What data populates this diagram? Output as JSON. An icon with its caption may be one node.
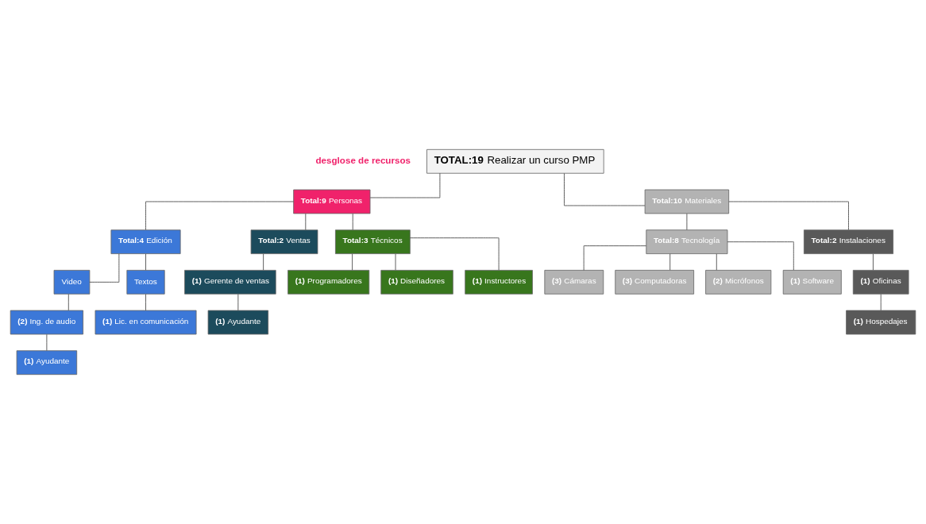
{
  "diagram": {
    "nodes": [
      {
        "text": [
          "**TOTAL:19** Realizar un curso PMP"
        ]
      },
      {
        "text": [
          "**Total:9** Personas"
        ]
      },
      {
        "text": [
          "**Total:10** Materiales"
        ]
      },
      {
        "text": [
          "**Total:4** Edición"
        ]
      },
      {
        "text": [
          "**Total:2** Ventas"
        ]
      },
      {
        "text": [
          "**Total:3** Técnicos"
        ]
      },
      {
        "text": [
          "**Total:8** Tecnología"
        ]
      },
      {
        "text": [
          "**Total:2** Instalaciones"
        ]
      },
      {
        "text": [
          "Video"
        ]
      },
      {
        "text": [
          "**(2)** Ing. de audio"
        ]
      },
      {
        "text": [
          "**(1)** Ayudante"
        ]
      },
      {
        "text": [
          "Textos"
        ]
      },
      {
        "text": [
          "**(1)** Lic. en comunicación"
        ]
      },
      {
        "text": [
          "**(1)** Gerente de ventas"
        ]
      },
      {
        "text": [
          "**(1)** Ayudante"
        ]
      },
      {
        "text": [
          "**(1)** Programadores"
        ]
      },
      {
        "text": [
          "**(1)** Diseñadores"
        ]
      },
      {
        "text": [
          "**(1)** Instructores"
        ]
      },
      {
        "text": [
          "**(3)** Cámaras"
        ]
      },
      {
        "text": [
          "**(3)** Computadoras"
        ]
      },
      {
        "text": [
          "**(2)** Micrófonos"
        ]
      },
      {
        "text": [
          "**(1)** Software"
        ]
      },
      {
        "text": [
          "**(1)** Oficinas"
        ]
      },
      {
        "text": [
          "**(1)** Hospedajes"
        ]
      }
    ],
    "edges": [
      {
        "from": 0,
        "to": 1,
        "arrow": "none"
      },
      {
        "from": 0,
        "to": 2,
        "arrow": "none"
      },
      {
        "from": 1,
        "to": 3,
        "arrow": "none"
      },
      {
        "from": 1,
        "to": 4,
        "arrow": "none"
      },
      {
        "from": 1,
        "to": 5,
        "arrow": "none"
      },
      {
        "from": 2,
        "to": 6,
        "arrow": "none"
      },
      {
        "from": 2,
        "to": 7,
        "arrow": "none"
      },
      {
        "from": 3,
        "to": 8,
        "arrow": "none"
      },
      {
        "from": 8,
        "to": 9,
        "arrow": "none"
      },
      {
        "from": 9,
        "to": 10,
        "arrow": "none"
      },
      {
        "from": 3,
        "to": 11,
        "arrow": "none"
      },
      {
        "from": 11,
        "to": 12,
        "arrow": "none"
      },
      {
        "from": 4,
        "to": 13,
        "arrow": "none"
      },
      {
        "from": 13,
        "to": 14,
        "arrow": "none"
      },
      {
        "from": 5,
        "to": 15,
        "arrow": "none"
      },
      {
        "from": 5,
        "to": 16,
        "arrow": "none"
      },
      {
        "from": 5,
        "to": 17,
        "arrow": "none"
      },
      {
        "from": 6,
        "to": 18,
        "arrow": "none"
      },
      {
        "from": 6,
        "to": 19,
        "arrow": "none"
      },
      {
        "from": 6,
        "to": 20,
        "arrow": "none"
      },
      {
        "from": 6,
        "to": 21,
        "arrow": "none"
      },
      {
        "from": 7,
        "to": 22,
        "arrow": "none"
      },
      {
        "from": 22,
        "to": 23,
        "arrow": "none"
      }
    ],
    "labels": [
      "desglose de recursos"
    ]
  }
}
